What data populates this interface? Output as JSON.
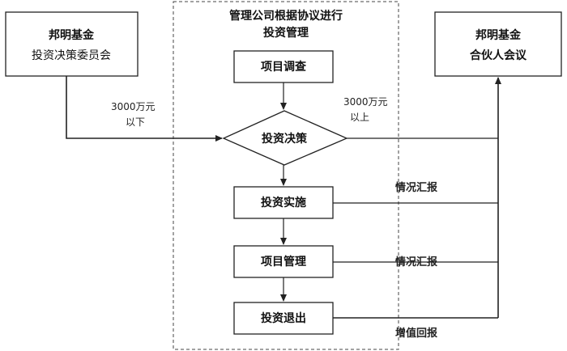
{
  "container": {
    "title_line1": "管理公司根据协议进行",
    "title_line2": "投资管理"
  },
  "committee": {
    "line1": "邦明基金",
    "line2": "投资决策委员会"
  },
  "partners": {
    "line1": "邦明基金",
    "line2": "合伙人会议"
  },
  "steps": {
    "research": "项目调查",
    "decision": "投资决策",
    "implement": "投资实施",
    "manage": "项目管理",
    "exit": "投资退出"
  },
  "edge_labels": {
    "below_line1": "3000万元",
    "below_line2": "以下",
    "above_line1": "3000万元",
    "above_line2": "以上",
    "report1": "情况汇报",
    "report2": "情况汇报",
    "return": "增值回报"
  },
  "colors": {
    "stroke": "#222222",
    "text": "#111111",
    "background": "#ffffff"
  }
}
